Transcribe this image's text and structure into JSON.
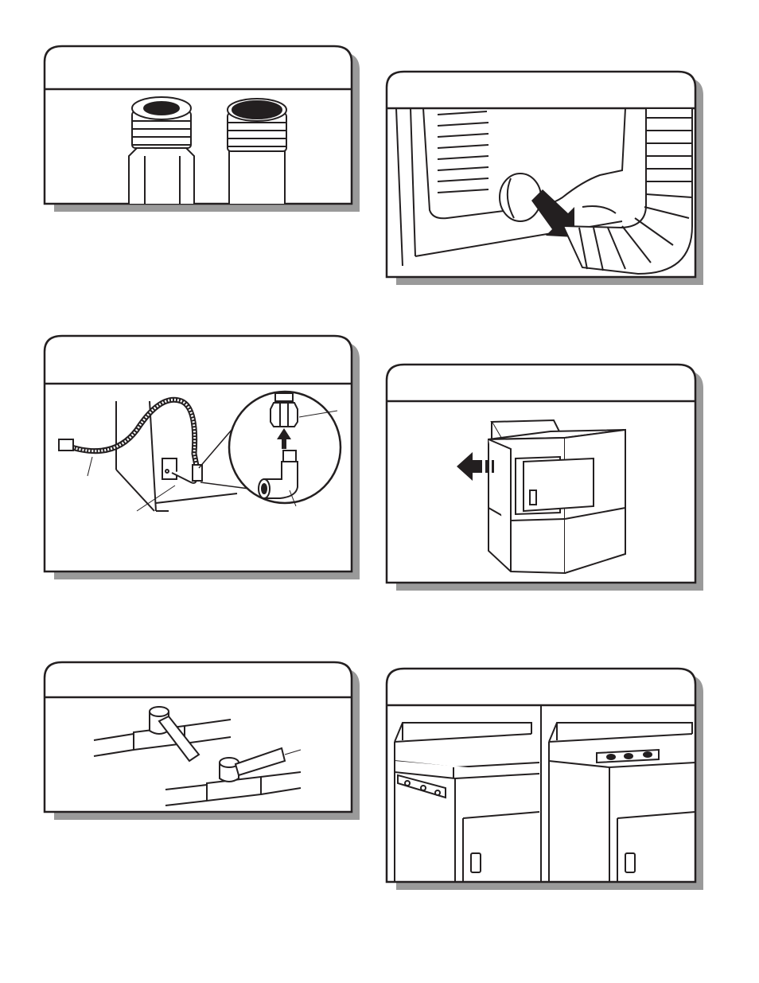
{
  "page": {
    "background": "#ffffff",
    "line_color": "#231f20",
    "shadow_color": "#9a9a9a"
  },
  "panels": [
    {
      "id": "fittings",
      "title": ""
    },
    {
      "id": "vent",
      "title": ""
    },
    {
      "id": "gas-connection",
      "title": ""
    },
    {
      "id": "move-dryer",
      "title": ""
    },
    {
      "id": "shutoff-valve",
      "title": ""
    },
    {
      "id": "level-dryer",
      "title": ""
    }
  ]
}
